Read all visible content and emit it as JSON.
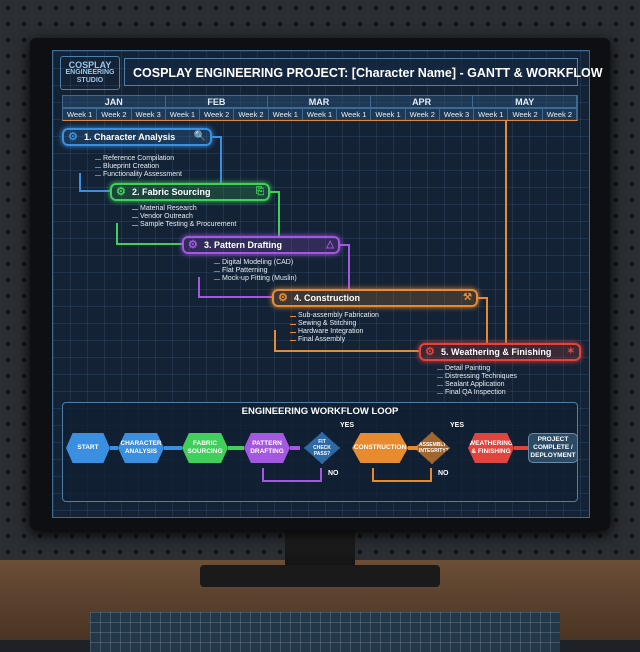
{
  "logo": {
    "line1": "COSPLAY",
    "line2": "ENGINEERING",
    "line3": "STUDIO"
  },
  "title": "COSPLAY ENGINEERING PROJECT: [Character Name] - GANTT & WORKFLOW",
  "months": [
    "JAN",
    "FEB",
    "MAR",
    "APR",
    "MAY"
  ],
  "weeks": [
    "Week 1",
    "Week 2",
    "Week 3",
    "Week 1",
    "Week 2",
    "Week 2",
    "Week 1",
    "Week 1",
    "Week 1",
    "Week 1",
    "Week 2",
    "Week 3",
    "Week 1",
    "Week 2",
    "Week 2"
  ],
  "tasks": [
    {
      "label": "1. Character Analysis",
      "color": "#3b8fe0",
      "icon": "magnifier-icon",
      "subtasks": [
        "Reference Compilation",
        "Blueprint Creation",
        "Functionality Assessment"
      ]
    },
    {
      "label": "2. Fabric Sourcing",
      "color": "#3fcf5a",
      "icon": "fabric-roll-icon",
      "subtasks": [
        "Material Research",
        "Vendor Outreach",
        "Sample Testing & Procurement"
      ]
    },
    {
      "label": "3. Pattern Drafting",
      "color": "#a457e0",
      "icon": "drafting-tools-icon",
      "subtasks": [
        "Digital Modeling (CAD)",
        "Flat Patterning",
        "Mock-up Fitting (Muslin)"
      ]
    },
    {
      "label": "4. Construction",
      "color": "#e88a2e",
      "icon": "sewing-machine-hammer-icon",
      "subtasks": [
        "Sub-assembly Fabrication",
        "Sewing & Stitching",
        "Hardware Integration",
        "Final Assembly"
      ]
    },
    {
      "label": "5. Weathering & Finishing",
      "color": "#e0443c",
      "icon": "spray-brush-icon",
      "subtasks": [
        "Detail Painting",
        "Distressing Techniques",
        "Sealant Application",
        "Final QA Inspection"
      ]
    }
  ],
  "workflow": {
    "title": "ENGINEERING WORKFLOW LOOP",
    "nodes": [
      "START",
      "CHARACTER ANALYSIS",
      "FABRIC SOURCING",
      "PATTERN DRAFTING",
      "CONSTRUCTION",
      "WEATHERING & FINISHING",
      "PROJECT COMPLETE / DEPLOYMENT"
    ],
    "decisions": [
      "FIT CHECK PASS?",
      "ASSEMBLY INTEGRITY?"
    ],
    "yes": "YES",
    "no": "NO"
  }
}
